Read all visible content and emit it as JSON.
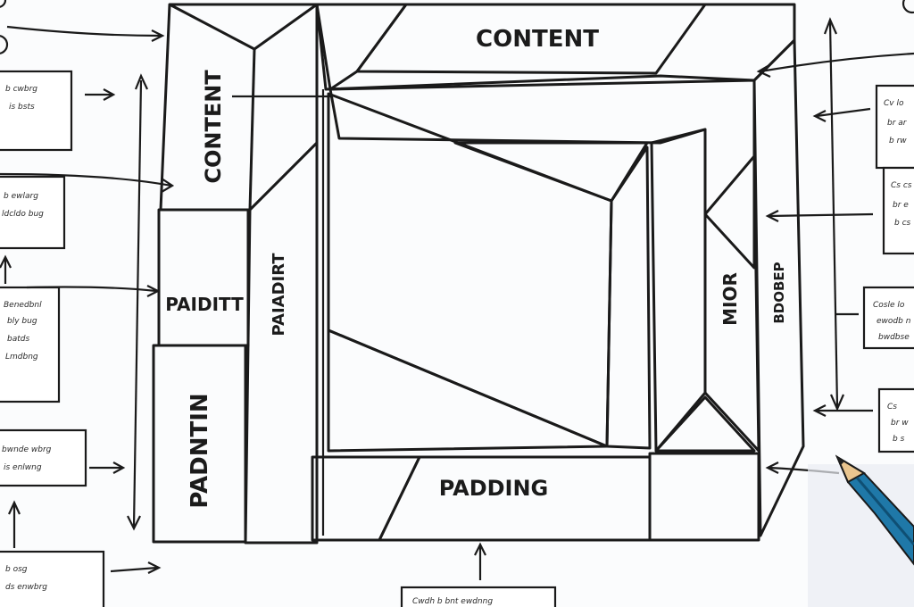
{
  "colors": {
    "content_top": "#e51ee8",
    "content_left": "#8d7347",
    "blue": "#1ea6ee",
    "yellow": "#f5dc1f",
    "green": "#5fd12a",
    "purple": "#8e72d8",
    "gray_panel": "#d9d9cf",
    "dark_teal": "#1d6472",
    "dark_gray": "#5b5b5b",
    "pencil_body": "#1f78a8"
  },
  "labels": {
    "content_top": "CONTENT",
    "content_left": "CONTENT",
    "paddit": "PAIDITT",
    "padtirt": "PAIADIRT",
    "padntin": "PADNTIN",
    "padding": "PADDING",
    "mior": "MIOR",
    "border": "BDOBEP"
  },
  "notes": {
    "left": [
      {
        "lines": [
          "b cwbrg",
          "is bsts"
        ]
      },
      {
        "lines": [
          "b ewlarg",
          "ldcldo bug"
        ]
      },
      {
        "lines": [
          "Benedbnl",
          "bly bug",
          "batds",
          "Lmdbng"
        ]
      },
      {
        "lines": [
          "bwnde wbrg",
          "is enlwng"
        ]
      },
      {
        "lines": [
          "b osg",
          "ds enwbrg"
        ]
      }
    ],
    "right": [
      {
        "lines": [
          "Cv lo",
          "br ar",
          "b rw"
        ]
      },
      {
        "lines": [
          "Cs cs",
          "br e",
          "b cs"
        ]
      },
      {
        "lines": [
          "Cosle lo",
          "ewodb n",
          "bwdbse"
        ]
      },
      {
        "lines": [
          "Cs",
          "br w",
          "b s"
        ]
      }
    ],
    "bottom": {
      "lines": [
        "Cwdh b bnt ewdnng"
      ]
    }
  }
}
